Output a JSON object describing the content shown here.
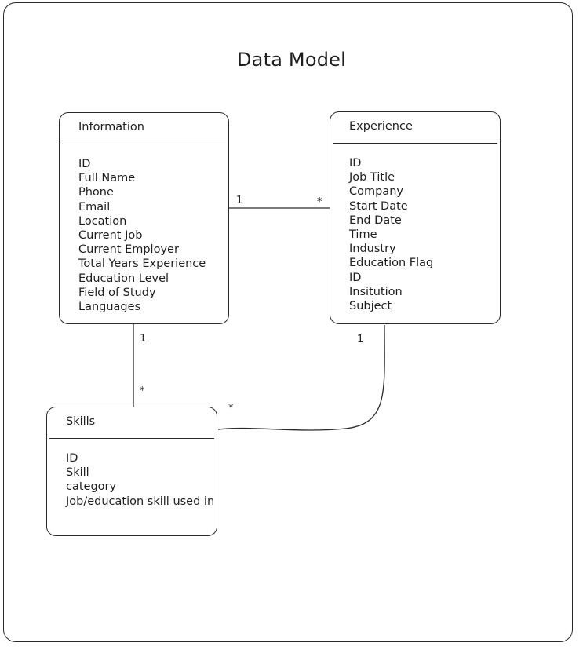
{
  "diagram": {
    "title": "Data Model",
    "type": "entity-relationship-diagram",
    "background_color": "#ffffff",
    "line_color": "#2b2b2b",
    "text_color": "#1f1f1f",
    "entities": [
      {
        "id": "information",
        "name": "Information",
        "attributes": [
          "ID",
          "Full Name",
          "Phone",
          "Email",
          "Location",
          "Current Job",
          "Current Employer",
          "Total Years Experience",
          "Education Level",
          "Field of Study",
          "Languages"
        ]
      },
      {
        "id": "experience",
        "name": "Experience",
        "attributes": [
          "ID",
          "Job Title",
          "Company",
          "Start Date",
          "End Date",
          "Time",
          "Industry",
          "Education Flag",
          "ID",
          "Insitution",
          "Subject"
        ]
      },
      {
        "id": "skills",
        "name": "Skills",
        "attributes": [
          "ID",
          "Skill",
          "category",
          "Job/education skill used in"
        ]
      }
    ],
    "relationships": [
      {
        "id": "information-experience",
        "from": "Information",
        "to": "Experience",
        "from_cardinality": "1",
        "to_cardinality": "*"
      },
      {
        "id": "information-skills",
        "from": "Information",
        "to": "Skills",
        "from_cardinality": "1",
        "to_cardinality": "*"
      },
      {
        "id": "experience-skills",
        "from": "Experience",
        "to": "Skills",
        "from_cardinality": "1",
        "to_cardinality": "*"
      }
    ]
  }
}
